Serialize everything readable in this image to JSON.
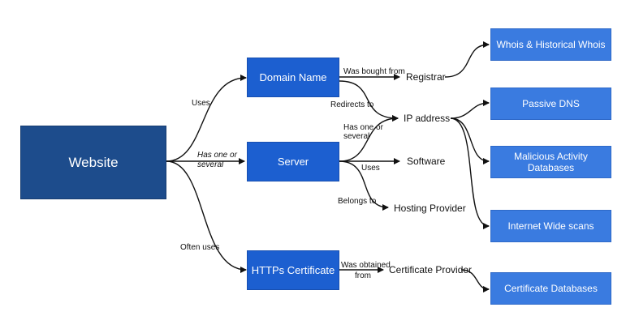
{
  "nodes": {
    "website": "Website",
    "domain": "Domain Name",
    "server": "Server",
    "certificate": "HTTPs Certificate",
    "registrar": "Registrar",
    "ip": "IP address",
    "software": "Software",
    "hosting": "Hosting Provider",
    "cert_provider": "Certificate Provider",
    "whois": "Whois & Historical Whois",
    "passive_dns": "Passive DNS",
    "malicious": "Malicious Activity Databases",
    "internet_scans": "Internet Wide scans",
    "cert_db": "Certificate Databases"
  },
  "edges": {
    "uses_domain": "Uses",
    "has_one_line1": "Has one or",
    "has_one_line2": "several",
    "often_uses": "Often uses",
    "bought_from": "Was bought from",
    "redirects_to": "Redirects to",
    "server_ip_line1": "Has one or",
    "server_ip_line2": "several",
    "uses_software": "Uses",
    "belongs_to": "Belongs to",
    "obtained_line1": "Was obtained",
    "obtained_line2": "from"
  },
  "colors": {
    "dark_box": "#1d4c8c",
    "mid_box": "#1c5fd0",
    "light_box": "#3a7be0",
    "edge": "#111111"
  }
}
